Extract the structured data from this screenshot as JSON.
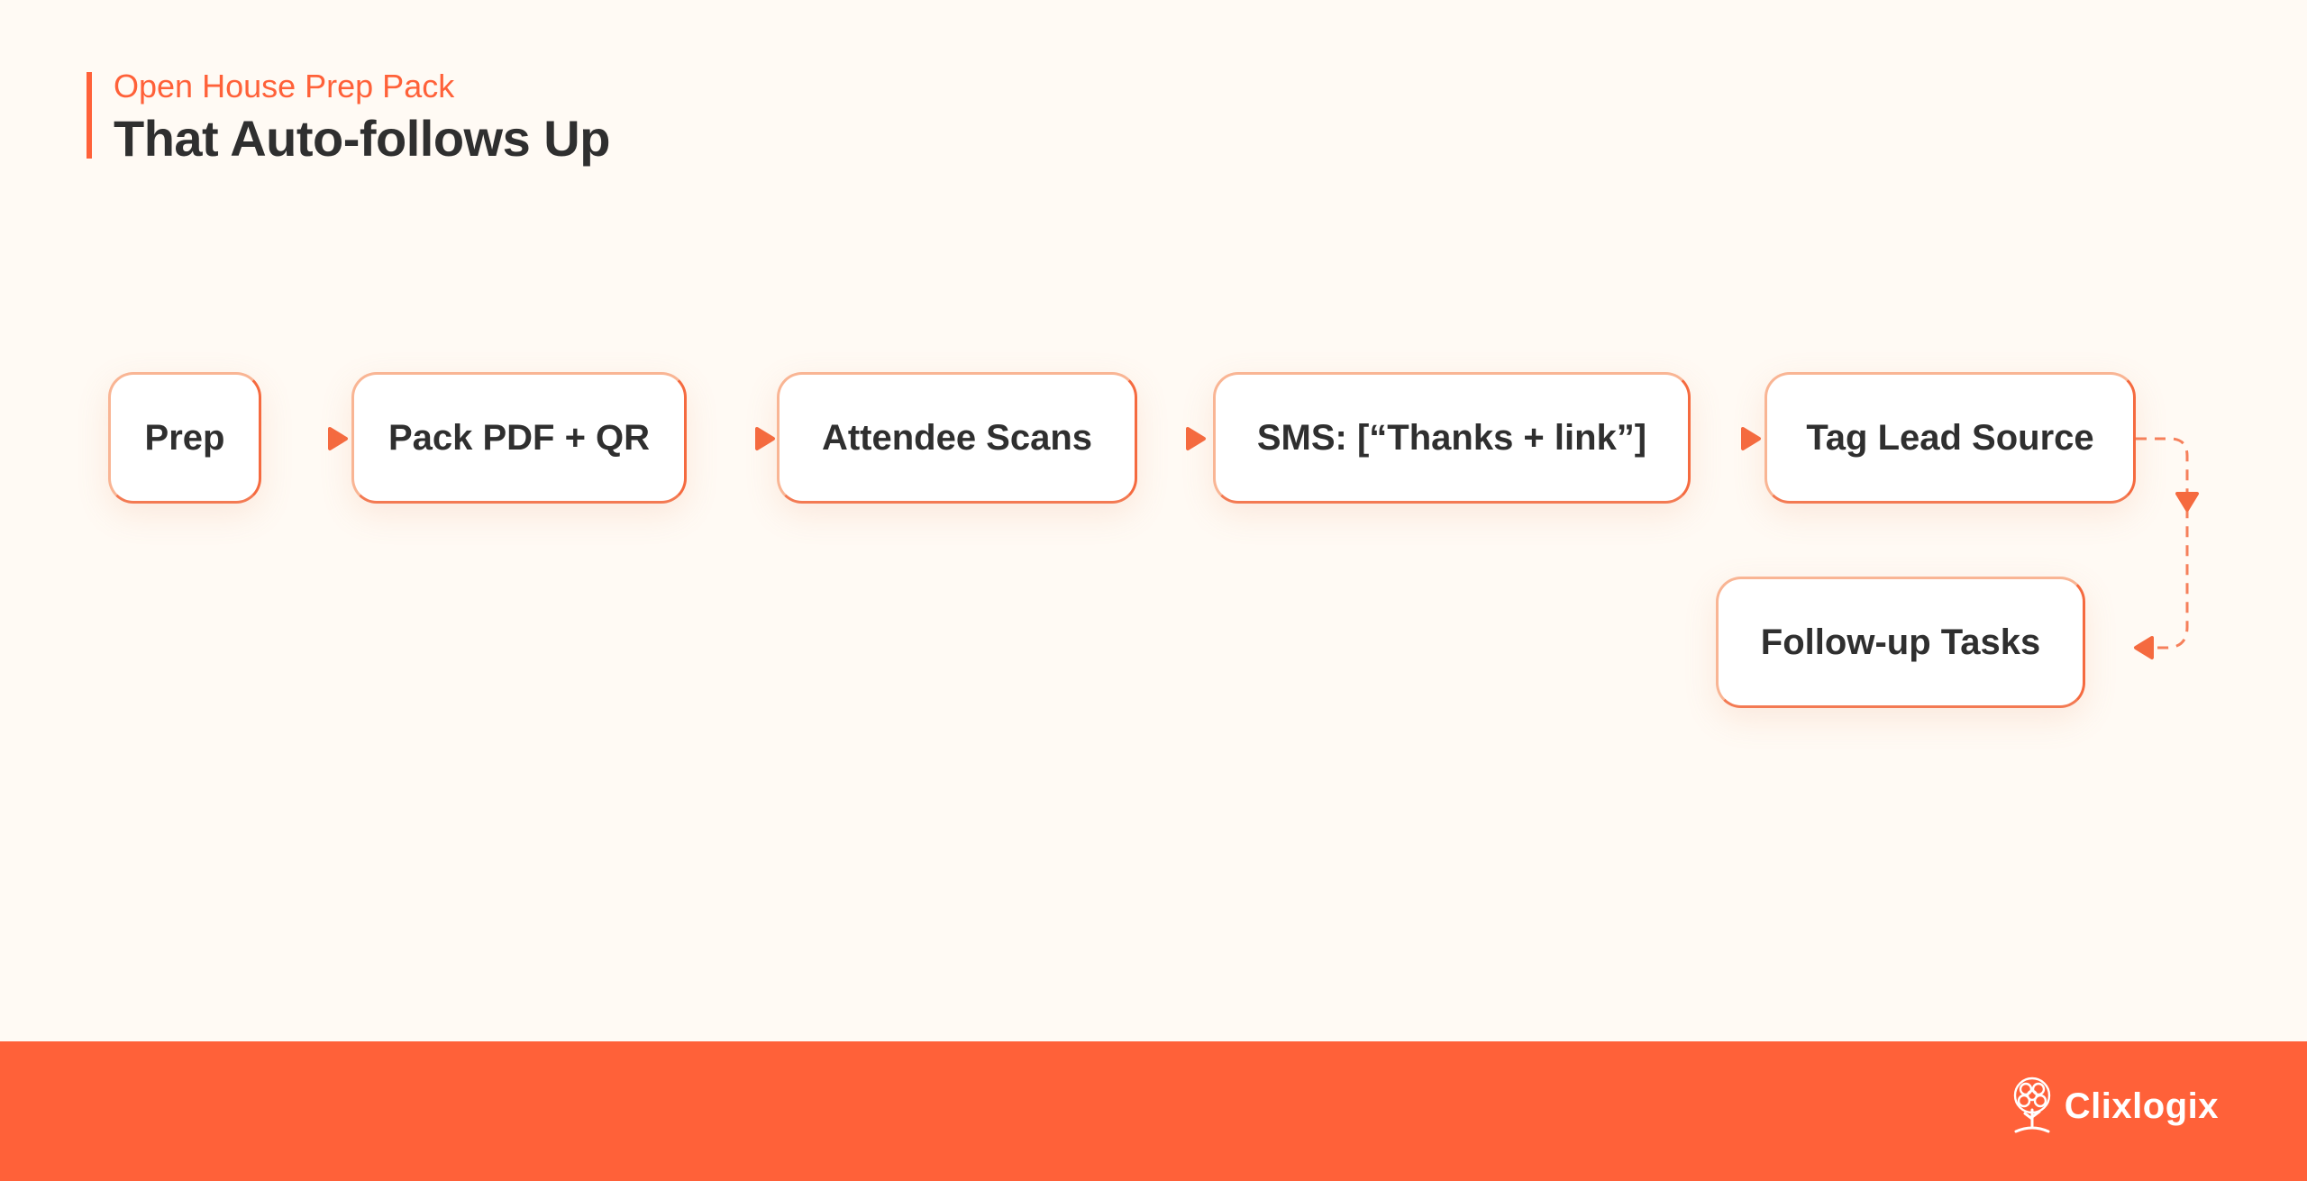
{
  "header": {
    "eyebrow": "Open House Prep Pack",
    "title": "That Auto-follows Up"
  },
  "flow": {
    "nodes": [
      {
        "id": "prep",
        "label": "Prep"
      },
      {
        "id": "pack",
        "label": "Pack PDF + QR"
      },
      {
        "id": "scans",
        "label": "Attendee Scans"
      },
      {
        "id": "sms",
        "label": "SMS: [“Thanks + link”]"
      },
      {
        "id": "tag",
        "label": "Tag Lead Source"
      },
      {
        "id": "tasks",
        "label": "Follow-up Tasks"
      }
    ],
    "edges": [
      {
        "from": "prep",
        "to": "pack"
      },
      {
        "from": "pack",
        "to": "scans"
      },
      {
        "from": "scans",
        "to": "sms"
      },
      {
        "from": "sms",
        "to": "tag"
      },
      {
        "from": "tag",
        "to": "tasks"
      }
    ]
  },
  "footer": {
    "brand": "Clixlogix",
    "logo_icon": "tree-icon"
  },
  "colors": {
    "accent": "#ff6139",
    "background": "#fffaf4",
    "text": "#2f2f2f",
    "node_border_light": "#f9b594",
    "arrow_light": "#f9b594",
    "arrow_dark": "#f56a3f"
  }
}
